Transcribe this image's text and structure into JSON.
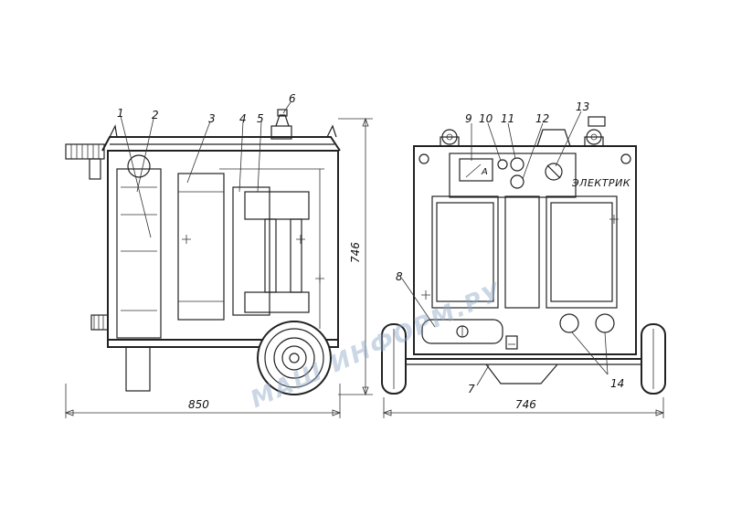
{
  "labels": {
    "l1": "1",
    "l2": "2",
    "l3": "3",
    "l4": "4",
    "l5": "5",
    "l6": "6",
    "l7": "7",
    "l8": "8",
    "l9": "9",
    "l10": "10",
    "l11": "11",
    "l12": "12",
    "l13": "13",
    "l14": "14"
  },
  "panel": {
    "brand": "ЭЛЕКТРИК",
    "meter_unit": "A"
  },
  "dimensions": {
    "side_width": "850",
    "height": "746",
    "front_width": "746"
  },
  "watermark": {
    "text": "MAШ ИНФОРМ.РУ"
  }
}
